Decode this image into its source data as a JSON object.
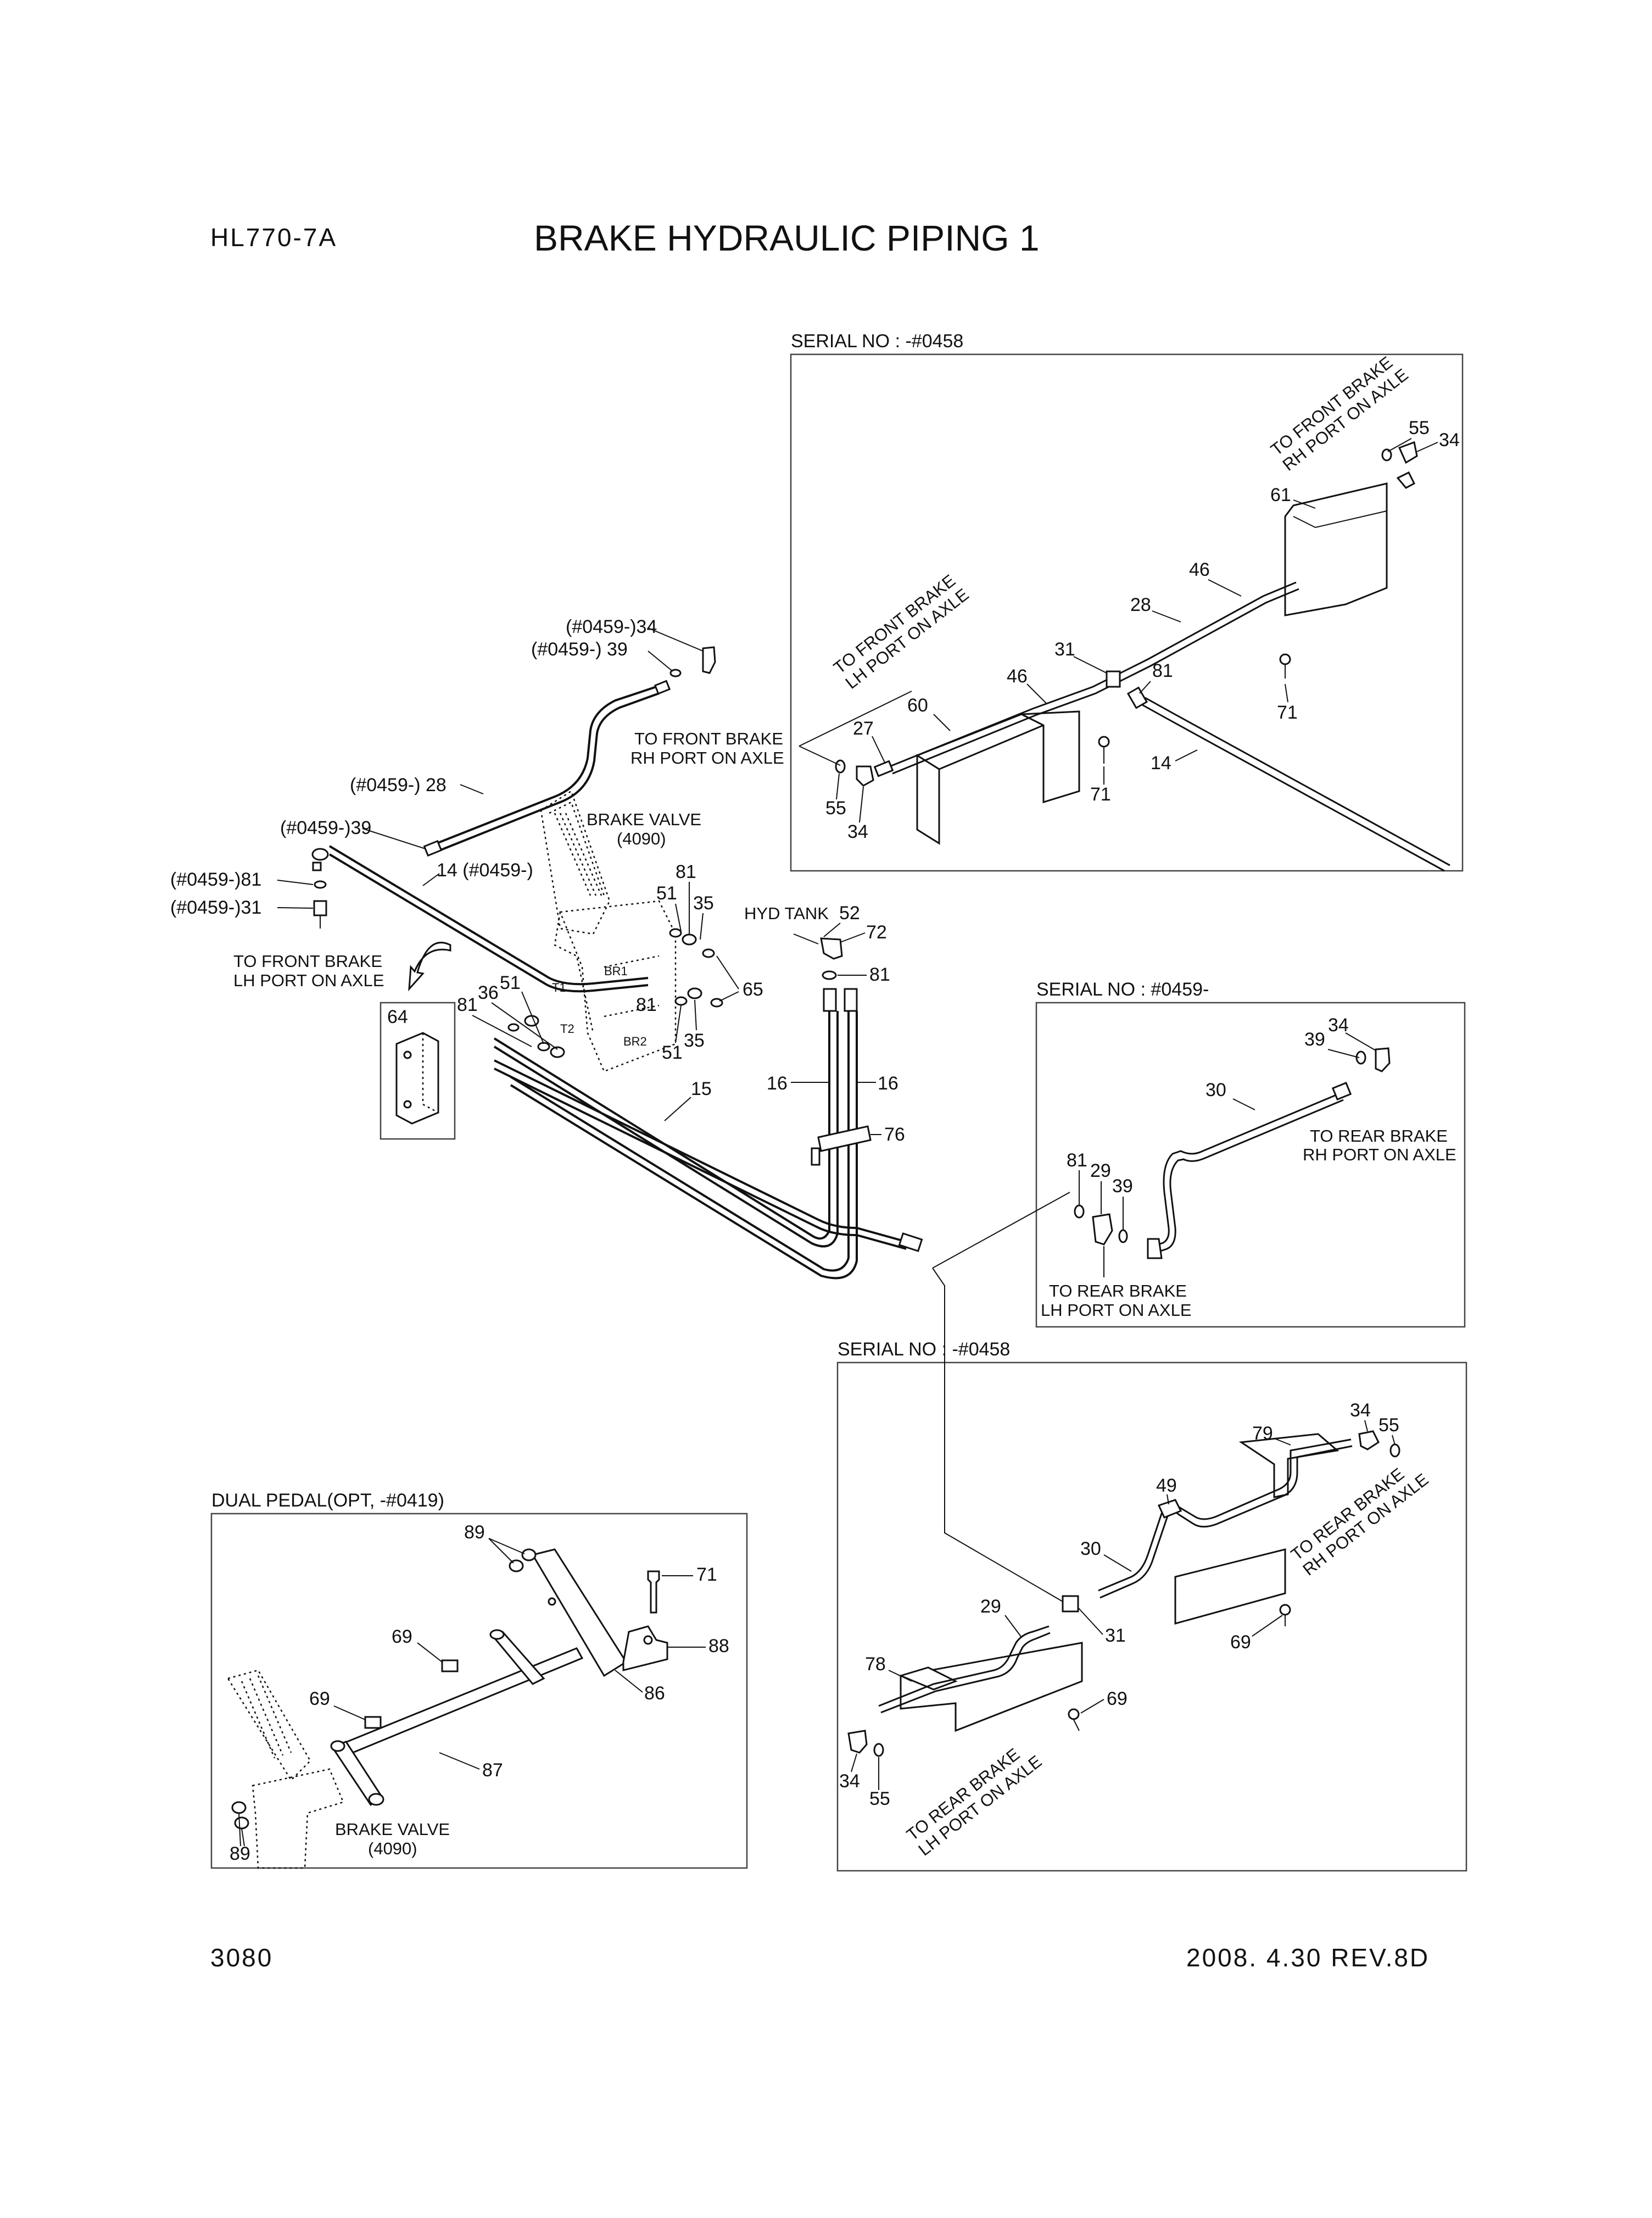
{
  "header": {
    "model": "HL770-7A",
    "title": "BRAKE HYDRAULIC PIPING 1"
  },
  "footer": {
    "page": "3080",
    "revision": "2008. 4.30  REV.8D"
  },
  "panels": {
    "front_serial": "SERIAL NO : -#0458",
    "rear_new_serial": "SERIAL NO : #0459-",
    "rear_old_serial": "SERIAL NO : -#0458",
    "dual_pedal": "DUAL PEDAL(OPT, -#0419)"
  },
  "notes": {
    "to_front_rh": [
      "TO FRONT BRAKE",
      "RH PORT ON AXLE"
    ],
    "to_front_lh": [
      "TO FRONT BRAKE",
      "LH PORT ON AXLE"
    ],
    "to_rear_rh": [
      "TO REAR BRAKE",
      "RH PORT ON AXLE"
    ],
    "to_rear_lh": [
      "TO REAR BRAKE",
      "LH PORT ON AXLE"
    ],
    "brake_valve": [
      "BRAKE VALVE",
      "(4090)"
    ],
    "hyd_tank": "HYD TANK",
    "port_br1": "BR1",
    "port_br2": "BR2",
    "port_t1": "T1",
    "port_t2": "T2"
  },
  "callouts": {
    "main": {
      "c34": "(#0459-)34",
      "c39a": "(#0459-) 39",
      "c28": "(#0459-) 28",
      "c39b": "(#0459-)39",
      "c81": "(#0459-)81",
      "c31": "(#0459-)31",
      "c14": "14 (#0459-)",
      "c64": "64",
      "c51a": "51",
      "c81a": "81",
      "c35a": "35",
      "c65": "65",
      "c81b": "81",
      "c51b": "51",
      "c35b": "35",
      "c51c": "51",
      "c36": "36",
      "c81c": "81",
      "c15": "15",
      "c16a": "16",
      "c16b": "16",
      "c76": "76",
      "c52": "52",
      "c72": "72",
      "c81d": "81"
    },
    "front_panel": {
      "c55a": "55",
      "c34a": "34",
      "c61": "61",
      "c46a": "46",
      "c28": "28",
      "c31": "31",
      "c81": "81",
      "c46b": "46",
      "c71a": "71",
      "c60": "60",
      "c27": "27",
      "c71b": "71",
      "c14": "14",
      "c55b": "55",
      "c34b": "34"
    },
    "rear_new_panel": {
      "c34": "34",
      "c39a": "39",
      "c30": "30",
      "c81": "81",
      "c29": "29",
      "c39b": "39"
    },
    "rear_old_panel": {
      "c34a": "34",
      "c55a": "55",
      "c79": "79",
      "c49": "49",
      "c30": "30",
      "c29": "29",
      "c31": "31",
      "c69a": "69",
      "c78": "78",
      "c69b": "69",
      "c34b": "34",
      "c55b": "55"
    },
    "dual_panel": {
      "c89a": "89",
      "c71": "71",
      "c69a": "69",
      "c88": "88",
      "c86": "86",
      "c69b": "69",
      "c87": "87",
      "c89b": "89"
    }
  }
}
